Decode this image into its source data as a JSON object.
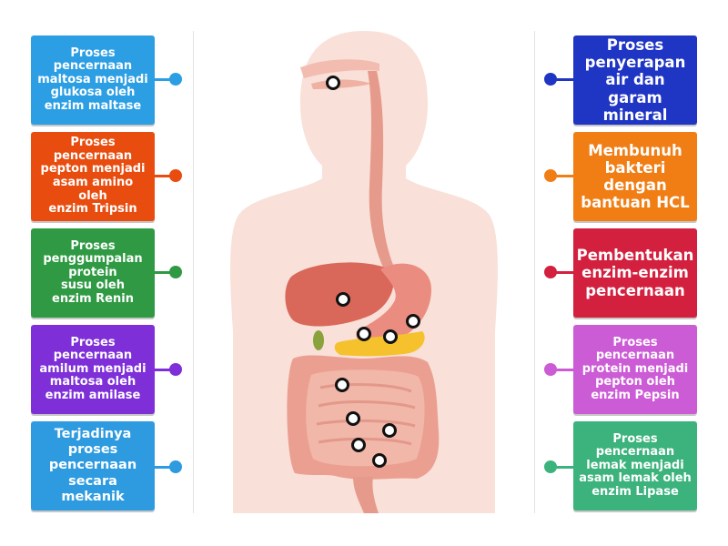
{
  "colors": {
    "light_blue": "#2b9ee4",
    "orange_red": "#e84d0f",
    "green": "#2f9a43",
    "purple": "#7e2fd8",
    "sky_blue": "#2e9be0",
    "navy": "#1f35c4",
    "orange": "#f07e15",
    "crimson": "#d3203e",
    "orchid": "#cc5bd6",
    "teal_green": "#3cb37c"
  },
  "left_labels": [
    {
      "text": "Proses\npencernaan\nmaltosa menjadi\nglukosa oleh\nenzim maltase",
      "color": "#2b9ee4",
      "size": "small"
    },
    {
      "text": "Proses\npencernaan\npepton menjadi\nasam amino oleh\nenzim Tripsin",
      "color": "#e84d0f",
      "size": "small"
    },
    {
      "text": "Proses\npenggumpalan\nprotein\nsusu oleh\nenzim Renin",
      "color": "#2f9a43",
      "size": "small"
    },
    {
      "text": "Proses\npencernaan\namilum menjadi\nmaltosa oleh\nenzim amilase",
      "color": "#7e2fd8",
      "size": "small"
    },
    {
      "text": "Terjadinya\nproses\npencernaan\nsecara mekanik",
      "color": "#2e9be0",
      "size": "large_mid"
    }
  ],
  "right_labels": [
    {
      "text": "Proses\npenyerapan\nair dan garam\nmineral",
      "color": "#1f35c4",
      "size": "large"
    },
    {
      "text": "Membunuh\nbakteri\ndengan\nbantuan HCL",
      "color": "#f07e15",
      "size": "large"
    },
    {
      "text": "Pembentukan\nenzim-enzim\npencernaan",
      "color": "#d3203e",
      "size": "large"
    },
    {
      "text": "Proses\npencernaan\nprotein menjadi\npepton oleh\nenzim Pepsin",
      "color": "#cc5bd6",
      "size": "small"
    },
    {
      "text": "Proses\npencernaan\nlemak menjadi\nasam lemak oleh\nenzim Lipase",
      "color": "#3cb37c",
      "size": "small"
    }
  ]
}
